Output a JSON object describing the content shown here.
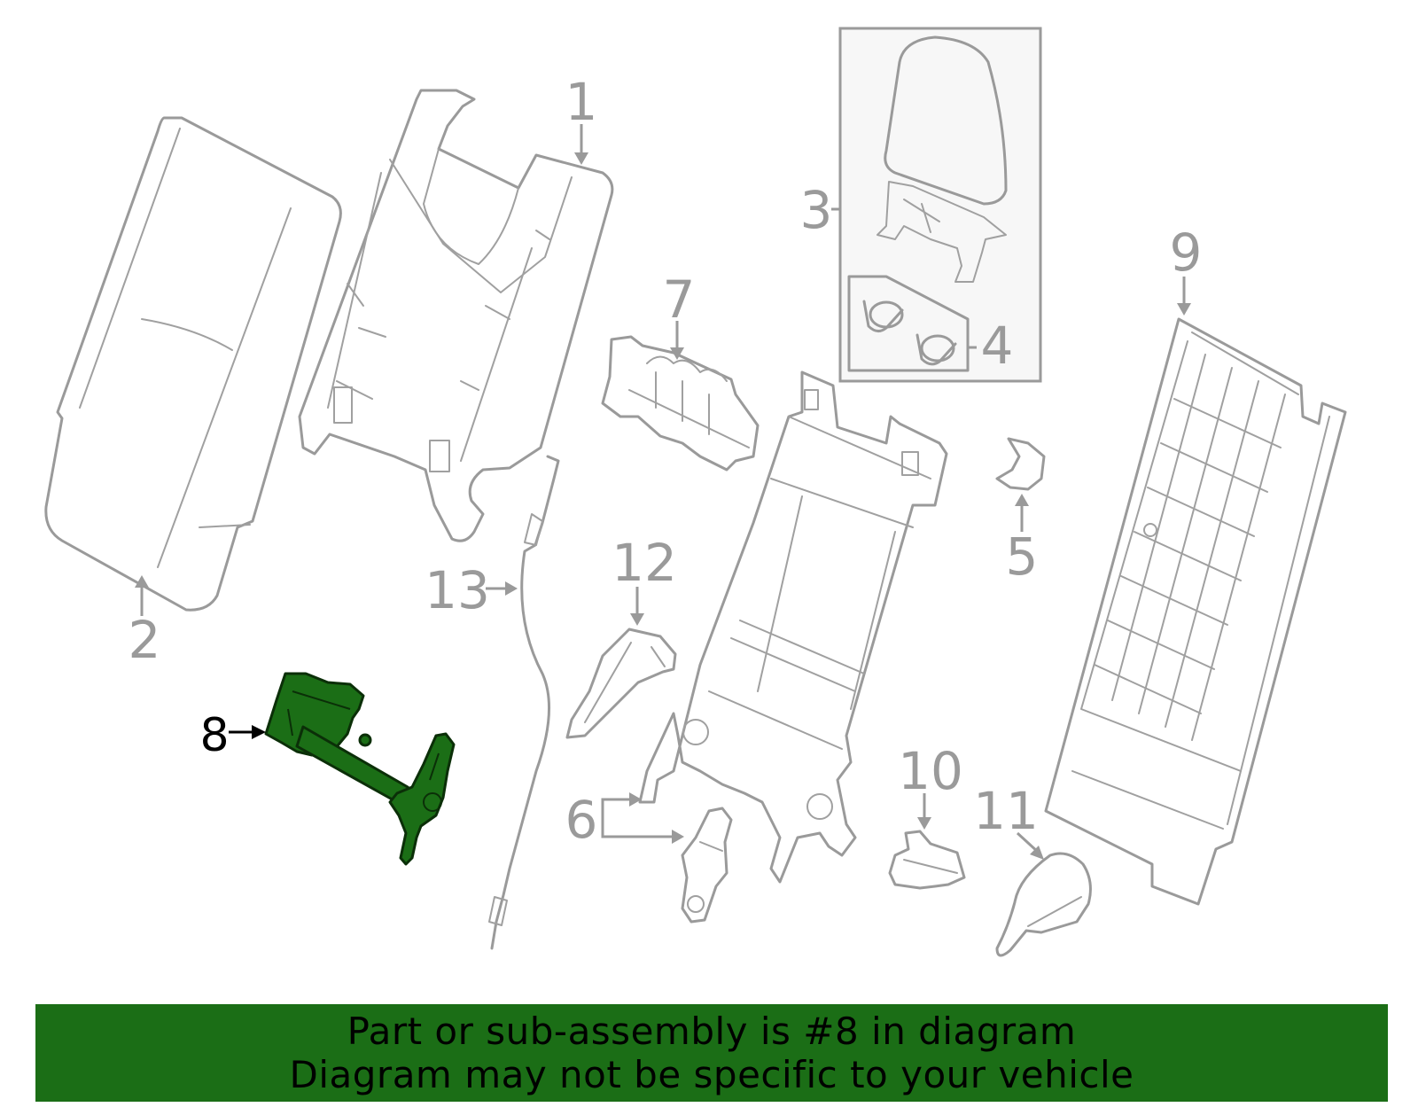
{
  "diagram": {
    "callouts": [
      {
        "id": "1",
        "label": "1"
      },
      {
        "id": "2",
        "label": "2"
      },
      {
        "id": "3",
        "label": "3"
      },
      {
        "id": "4",
        "label": "4"
      },
      {
        "id": "5",
        "label": "5"
      },
      {
        "id": "6",
        "label": "6"
      },
      {
        "id": "7",
        "label": "7"
      },
      {
        "id": "8",
        "label": "8",
        "highlighted": true
      },
      {
        "id": "9",
        "label": "9"
      },
      {
        "id": "10",
        "label": "10"
      },
      {
        "id": "11",
        "label": "11"
      },
      {
        "id": "12",
        "label": "12"
      },
      {
        "id": "13",
        "label": "13"
      }
    ],
    "colors": {
      "line": "#9a9a9a",
      "highlight": "#1b6e16",
      "banner": "#1b6e16"
    }
  },
  "banner": {
    "line1": "Part or sub-assembly is #8 in diagram",
    "line2": "Diagram may not be specific to your vehicle"
  }
}
